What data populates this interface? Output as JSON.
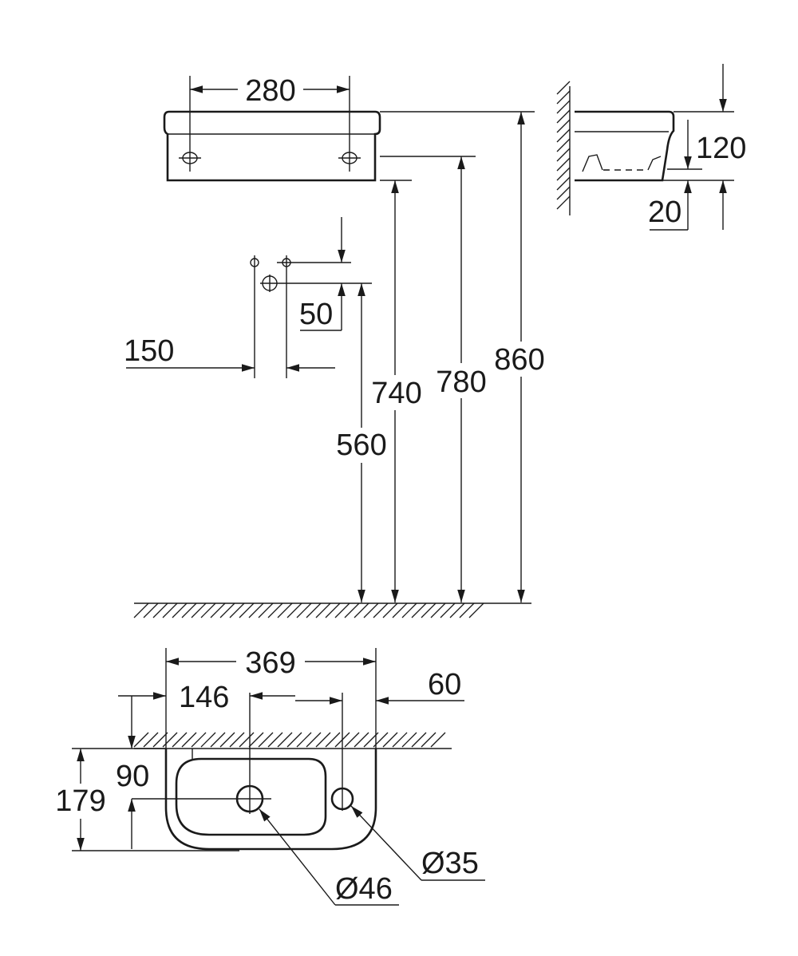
{
  "dimensions": {
    "width_top": "280",
    "height_120": "120",
    "height_20": "20",
    "offset_50": "50",
    "spacing_150": "150",
    "height_560": "560",
    "height_740": "740",
    "height_780": "780",
    "height_860": "860",
    "width_369": "369",
    "offset_146": "146",
    "offset_60": "60",
    "depth_90": "90",
    "depth_179": "179",
    "diameter_35": "Ø35",
    "diameter_46": "Ø46"
  }
}
